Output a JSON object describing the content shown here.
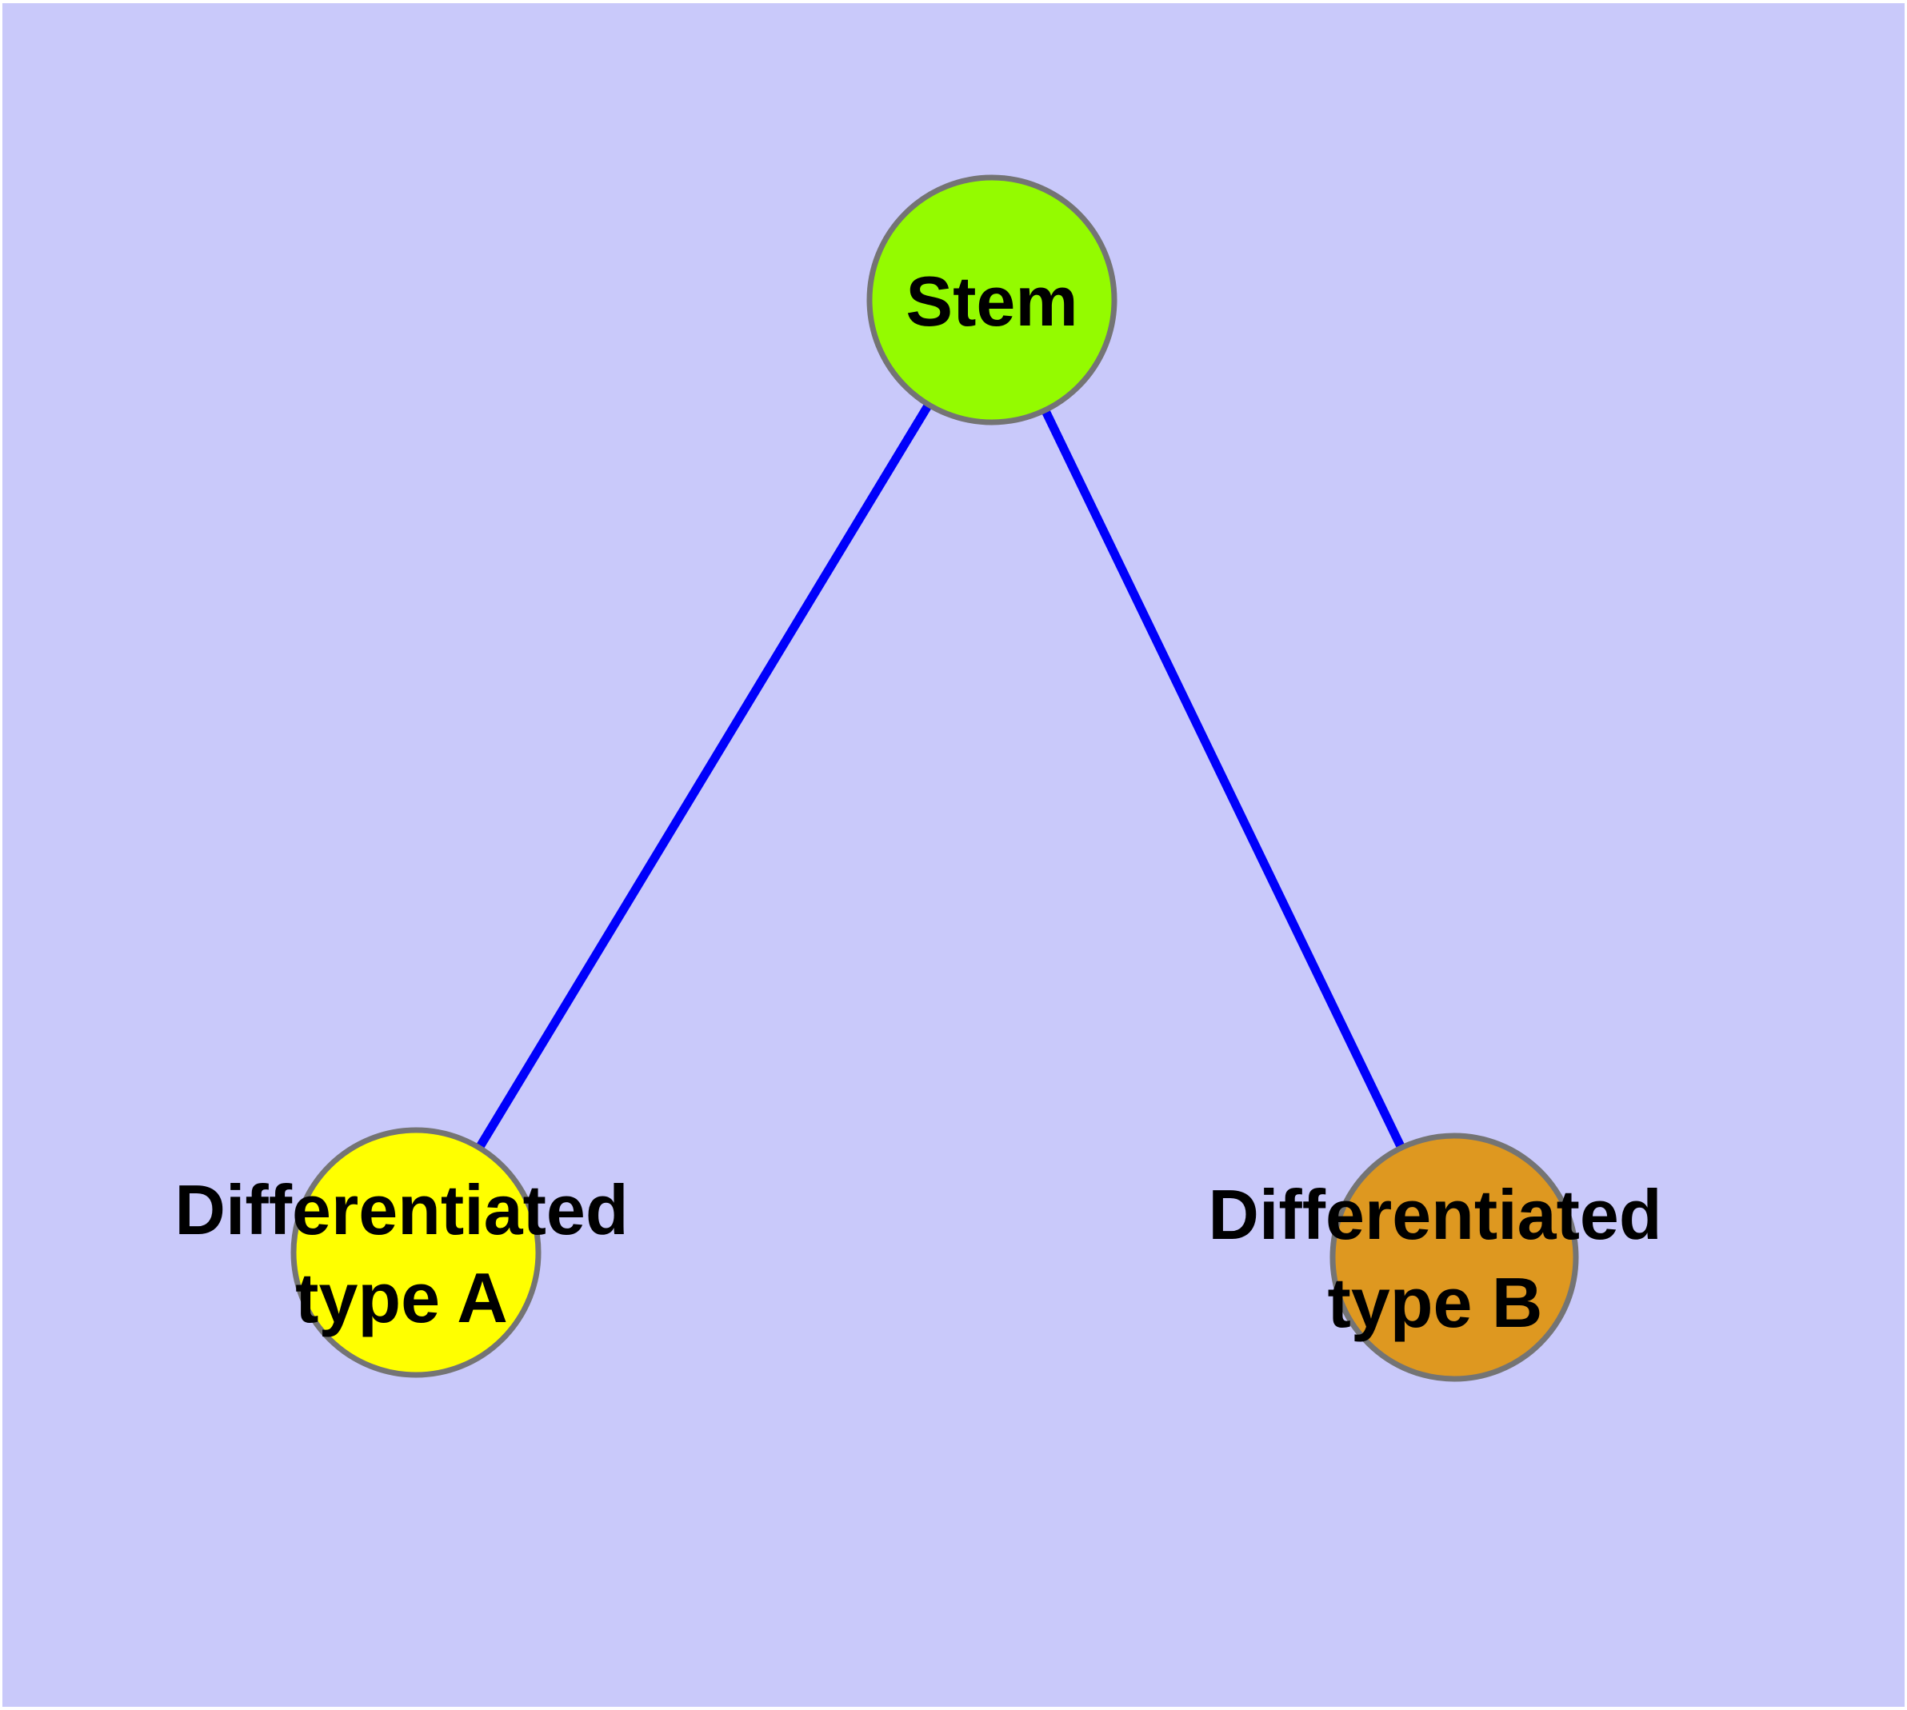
{
  "diagram": {
    "type": "node-link-graph",
    "background_color": "#C9C9FA",
    "edge_color": "#0000FA",
    "node_stroke_color": "#747474",
    "label_color": "#000000",
    "nodes": [
      {
        "id": "stem",
        "label": "Stem",
        "fill": "#94FB00"
      },
      {
        "id": "type-a",
        "label": "Differentiated\ntype A",
        "fill": "#FFFF00"
      },
      {
        "id": "type-b",
        "label": "Differentiated\ntype B",
        "fill": "#DE9820"
      }
    ],
    "edges": [
      {
        "from": "stem",
        "to": "type-a"
      },
      {
        "from": "stem",
        "to": "type-b"
      }
    ]
  }
}
